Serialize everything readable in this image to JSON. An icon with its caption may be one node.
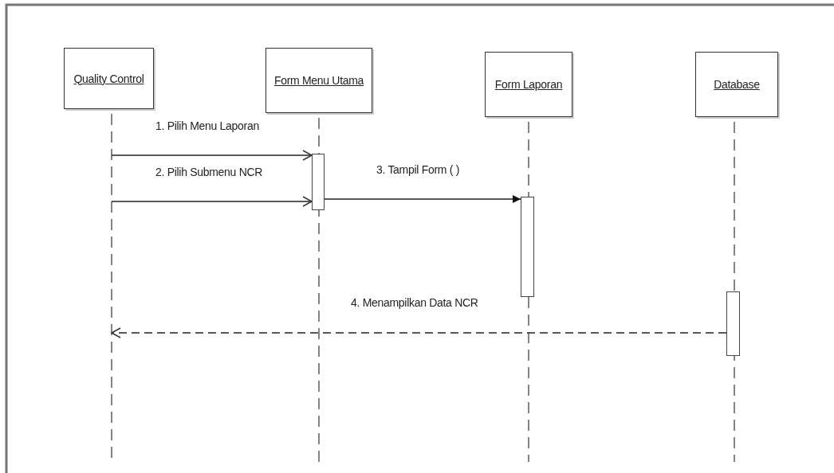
{
  "diagram": {
    "nodes": [
      {
        "text": [
          "Quality Control"
        ]
      },
      {
        "text": [
          "Form Menu Utama"
        ]
      },
      {
        "text": [
          "Form Laporan"
        ]
      },
      {
        "text": [
          "Database"
        ]
      },
      {
        "text": [],
        "shape": "bar",
        "in": 1
      },
      {
        "text": [],
        "shape": "bar",
        "in": 2
      },
      {
        "text": [],
        "shape": "bar",
        "in": 3
      }
    ],
    "edges": [
      {
        "from": 0,
        "to": 4,
        "arrow": "to",
        "label": "1. Pilih Menu Laporan"
      },
      {
        "from": 0,
        "to": 4,
        "arrow": "to",
        "label": "2. Pilih Submenu NCR"
      },
      {
        "from": 4,
        "to": 5,
        "arrow": "to",
        "label": "3. Tampil Form ( )"
      },
      {
        "from": 6,
        "to": 0,
        "arrow": "to",
        "label": "4. Menampilkan Data NCR",
        "style": "dashed"
      }
    ]
  }
}
